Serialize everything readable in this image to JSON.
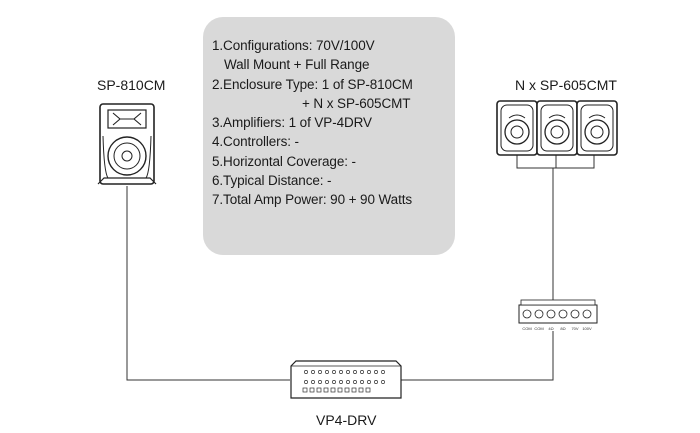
{
  "spec": {
    "items": [
      {
        "text": "1.Configurations: 70V/100V",
        "indent": 0
      },
      {
        "text": "Wall Mount + Full Range",
        "indent": 1
      },
      {
        "text": "2.Enclosure Type: 1 of SP-810CM",
        "indent": 0
      },
      {
        "text": "+ N x SP-605CMT",
        "indent": 2
      },
      {
        "text": "3.Amplifiers: 1 of VP-4DRV",
        "indent": 0
      },
      {
        "text": "4.Controllers: -",
        "indent": 0
      },
      {
        "text": "5.Horizontal Coverage: -",
        "indent": 0
      },
      {
        "text": "6.Typical Distance: -",
        "indent": 0
      },
      {
        "text": "7.Total Amp Power: 90 + 90 Watts",
        "indent": 0
      }
    ]
  },
  "labels": {
    "left_speaker": "SP-810CM",
    "right_speakers": "N x SP-605CMT",
    "amplifier": "VP4-DRV"
  },
  "terminal_labels": [
    "COM",
    "COM",
    "4Ω",
    "8Ω",
    "70V",
    "100V"
  ]
}
